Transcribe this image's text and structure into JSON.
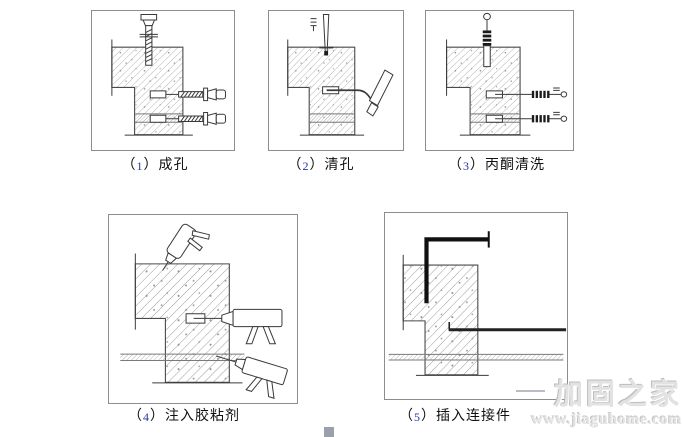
{
  "panels": [
    {
      "number": "1",
      "label": "成孔",
      "diagram": "drilling-diagram"
    },
    {
      "number": "2",
      "label": "清孔",
      "diagram": "hole-cleaning-diagram"
    },
    {
      "number": "3",
      "label": "丙酮清洗",
      "diagram": "acetone-cleaning-diagram"
    },
    {
      "number": "4",
      "label": "注入胶粘剂",
      "diagram": "adhesive-injection-diagram"
    },
    {
      "number": "5",
      "label": "插入连接件",
      "diagram": "connector-insertion-diagram"
    }
  ],
  "punctuation": {
    "open": "（",
    "close": "）"
  },
  "watermark": {
    "name": "加固之家",
    "url": "www.jiaguhome.com"
  },
  "colors": {
    "caption_number": "#2435a5",
    "line": "#3a3a3a",
    "panel_border": "#8d8d8d",
    "watermark_gray": "#e2e2e2",
    "marker_square": "#9ba1aa"
  }
}
